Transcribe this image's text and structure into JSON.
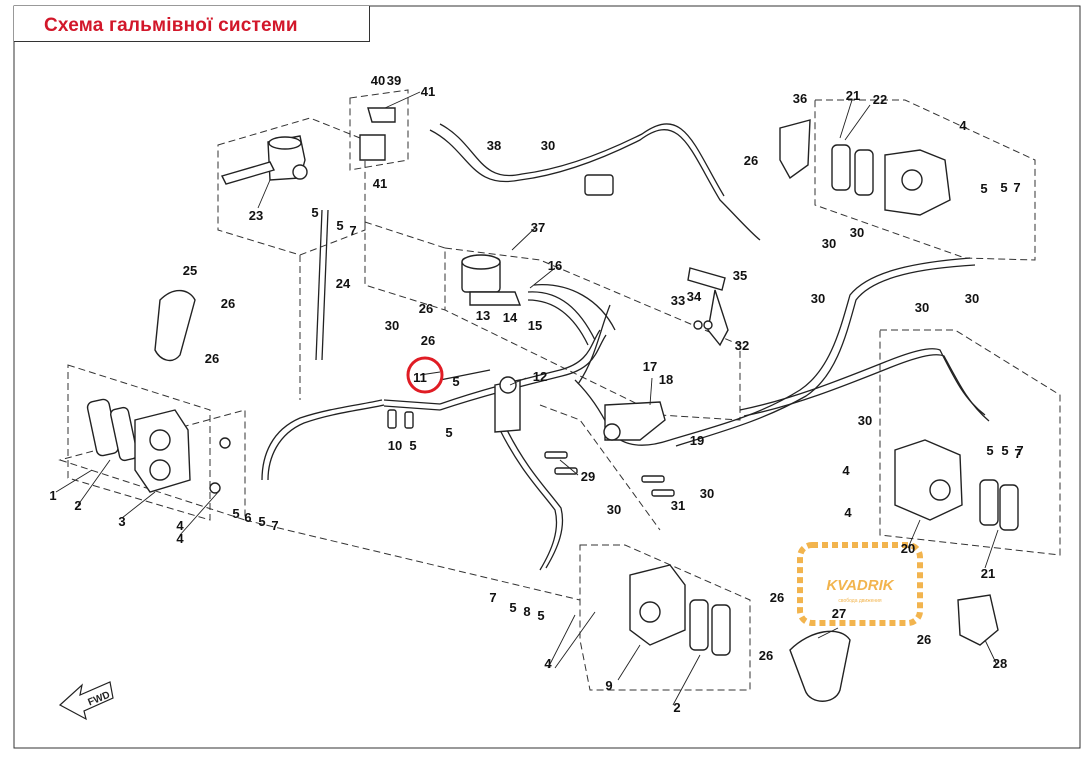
{
  "title": "Схема гальмівної системи",
  "highlighted_callout": "11",
  "fwd_label": "FWD",
  "watermark": {
    "brand": "KVADRIK",
    "tagline": "свобода движения"
  },
  "callouts": [
    "1",
    "2",
    "3",
    "4",
    "4",
    "5",
    "6",
    "5",
    "7",
    "23",
    "5",
    "5",
    "7",
    "41",
    "40",
    "39",
    "41",
    "24",
    "25",
    "26",
    "26",
    "38",
    "30",
    "37",
    "16",
    "26",
    "26",
    "13",
    "14",
    "15",
    "11",
    "30",
    "5",
    "12",
    "10",
    "5",
    "5",
    "36",
    "21",
    "22",
    "4",
    "26",
    "5",
    "5",
    "7",
    "30",
    "30",
    "30",
    "35",
    "34",
    "33",
    "32",
    "17",
    "18",
    "19",
    "30",
    "30",
    "30",
    "29",
    "31",
    "30",
    "30",
    "5",
    "7",
    "4",
    "4",
    "20",
    "21",
    "5",
    "7",
    "7",
    "5",
    "8",
    "5",
    "4",
    "9",
    "2",
    "26",
    "27",
    "26",
    "26",
    "28"
  ],
  "colors": {
    "title_red": "#d2172a",
    "line": "#222222",
    "highlight": "#e01c24",
    "watermark": "#f0a830"
  }
}
